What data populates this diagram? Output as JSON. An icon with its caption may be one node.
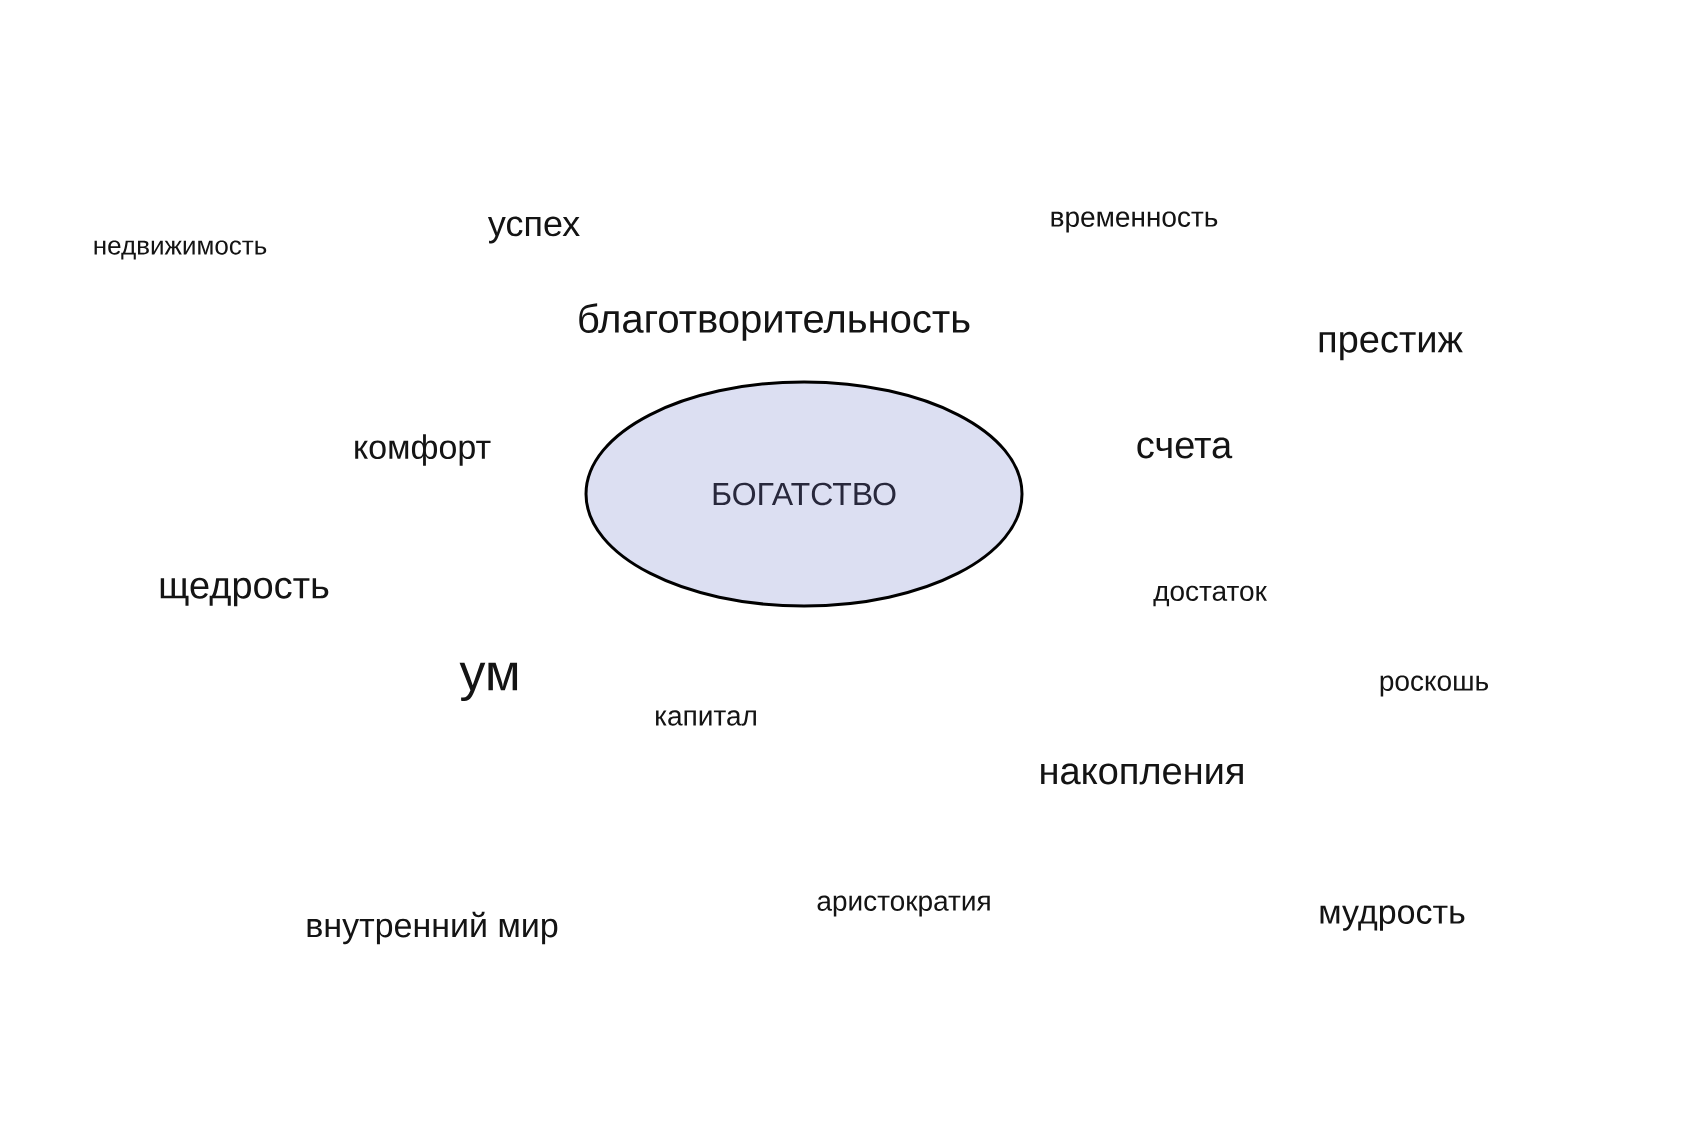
{
  "diagram": {
    "nodes": [
      {
        "text": [
          "БОГАТСТВО"
        ]
      }
    ],
    "labels": [
      "недвижимость",
      "успех",
      "временность",
      "благотворительность",
      "престиж",
      "комфорт",
      "счета",
      "щедрость",
      "достаток",
      "ум",
      "роскошь",
      "капитал",
      "накопления",
      "внутренний мир",
      "аристократия",
      "мудрость"
    ]
  }
}
